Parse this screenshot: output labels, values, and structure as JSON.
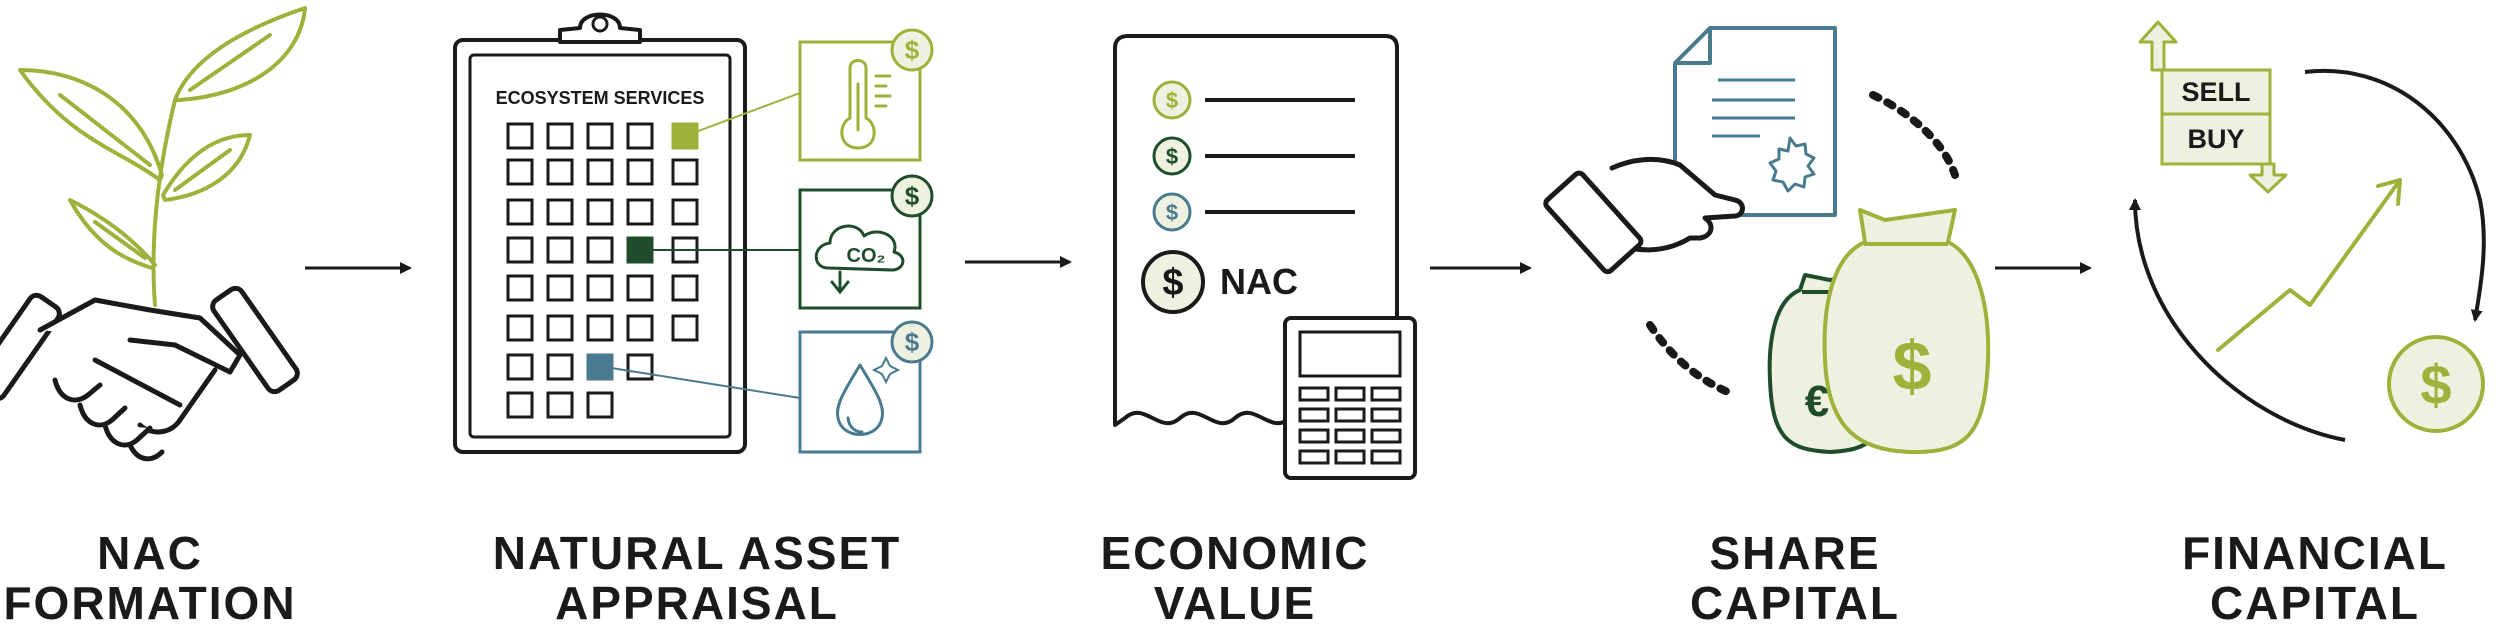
{
  "colors": {
    "ink": "#1a1a1a",
    "light_green": "#9db23b",
    "dark_green": "#1f4d2b",
    "steel_blue": "#4a7a8f",
    "pale_fill": "#eef1df"
  },
  "stages": [
    {
      "line1": "NAC",
      "line2": "FORMATION",
      "icon": "plant-handshake-icon"
    },
    {
      "line1": "NATURAL ASSET",
      "line2": "APPRAISAL",
      "icon": "clipboard-icon"
    },
    {
      "line1": "ECONOMIC",
      "line2": "VALUE",
      "icon": "receipt-calculator-icon"
    },
    {
      "line1": "SHARE",
      "line2": "CAPITAL",
      "icon": "hand-certificate-money-bags-icon"
    },
    {
      "line1": "FINANCIAL",
      "line2": "CAPITAL",
      "icon": "sell-buy-cycle-icon"
    }
  ],
  "appraisal": {
    "clipboard_title": "ECOSYSTEM SERVICES",
    "co2_label": "CO₂",
    "currency_symbol": "$"
  },
  "economic_value": {
    "nac_label": "NAC",
    "currency_symbol": "$"
  },
  "share_capital": {
    "euro_symbol": "€",
    "dollar_symbol": "$"
  },
  "financial_capital": {
    "sell_label": "SELL",
    "buy_label": "BUY",
    "currency_symbol": "$"
  }
}
